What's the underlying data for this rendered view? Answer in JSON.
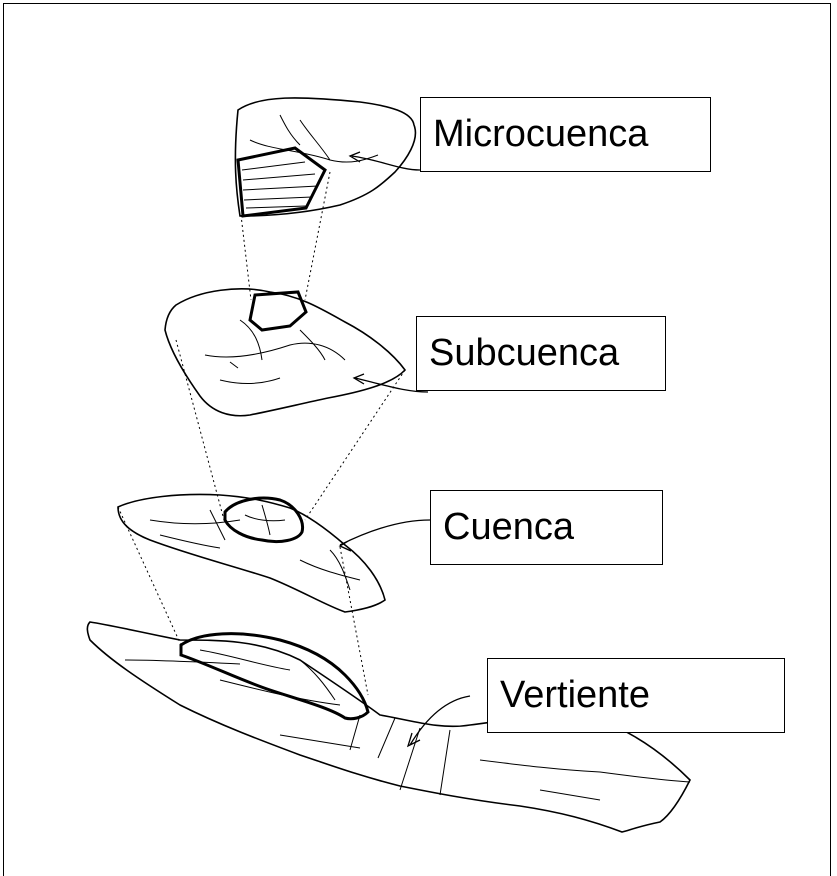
{
  "colors": {
    "ink": "#000000",
    "background": "#ffffff"
  },
  "labels": {
    "microcuenca": "Microcuenca",
    "subcuenca": "Subcuenca",
    "cuenca": "Cuenca",
    "vertiente": "Vertiente"
  }
}
